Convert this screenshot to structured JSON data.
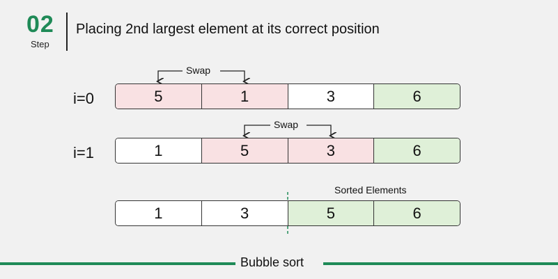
{
  "header": {
    "step_number": "02",
    "step_word": "Step",
    "title": "Placing 2nd largest element at its correct position"
  },
  "rows": [
    {
      "label": "i=0",
      "values": [
        "5",
        "1",
        "3",
        "6"
      ],
      "swap_label": "Swap"
    },
    {
      "label": "i=1",
      "values": [
        "1",
        "5",
        "3",
        "6"
      ],
      "swap_label": "Swap"
    },
    {
      "label": "",
      "values": [
        "1",
        "3",
        "5",
        "6"
      ]
    }
  ],
  "sorted_label": "Sorted Elements",
  "footer": {
    "title": "Bubble sort"
  },
  "colors": {
    "accent": "#1f8a57",
    "swap_fill": "#f9e1e3",
    "sorted_fill": "#dff0d8",
    "default_fill": "#ffffff"
  }
}
